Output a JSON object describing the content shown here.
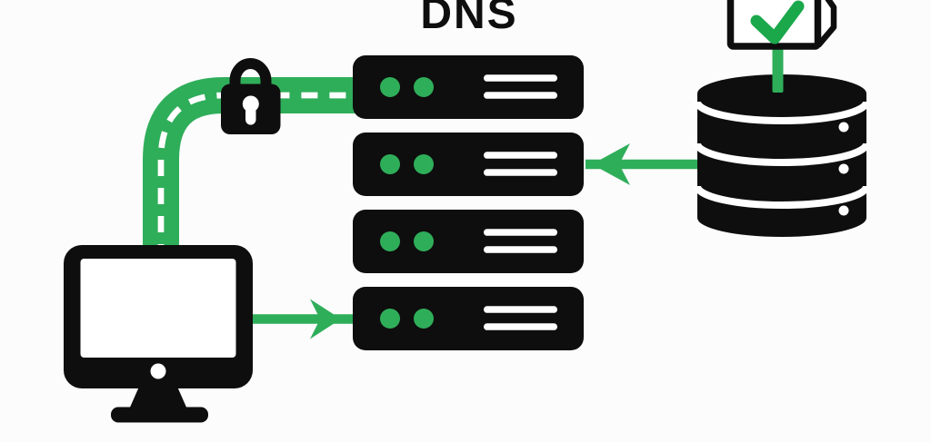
{
  "title": {
    "label": "DNS"
  },
  "colors": {
    "background": "#fcfcfc",
    "black": "#0e0e0e",
    "green": "#2fae5a",
    "check_green": "#1aa84b",
    "white": "#ffffff"
  },
  "icons": {
    "client": "desktop-computer-icon",
    "lock": "padlock-icon",
    "servers": "dns-server-stack-icon",
    "database": "database-cylinder-icon",
    "checkbox": "checked-checkbox-icon"
  },
  "diagram": {
    "server_count": 4,
    "connections": [
      {
        "name": "client-secure-path-to-dns-server-1",
        "style": "green-dashed-road",
        "through": "padlock"
      },
      {
        "name": "client-request-to-dns-server-4",
        "style": "green-arrow-right"
      },
      {
        "name": "database-response-to-dns-server-2",
        "style": "green-arrow-left"
      },
      {
        "name": "checkbox-to-database",
        "style": "green-line"
      }
    ]
  }
}
